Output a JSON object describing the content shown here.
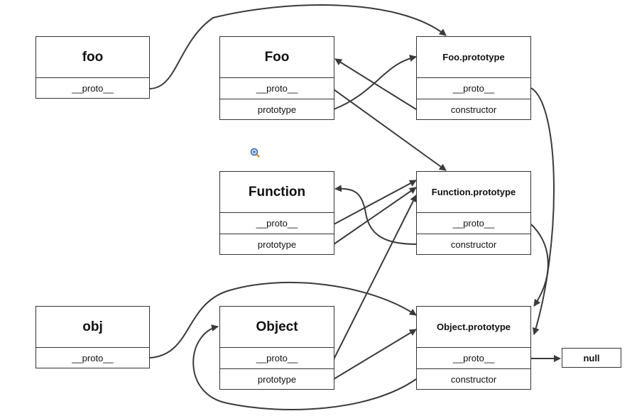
{
  "nodes": {
    "foo": {
      "title": "foo",
      "rows": [
        "__proto__"
      ]
    },
    "Foo": {
      "title": "Foo",
      "rows": [
        "__proto__",
        "prototype"
      ]
    },
    "Foo_prototype": {
      "title": "Foo.prototype",
      "rows": [
        "__proto__",
        "constructor"
      ]
    },
    "Function": {
      "title": "Function",
      "rows": [
        "__proto__",
        "prototype"
      ]
    },
    "Function_prototype": {
      "title": "Function.prototype",
      "rows": [
        "__proto__",
        "constructor"
      ]
    },
    "obj": {
      "title": "obj",
      "rows": [
        "__proto__"
      ]
    },
    "Object": {
      "title": "Object",
      "rows": [
        "__proto__",
        "prototype"
      ]
    },
    "Object_prototype": {
      "title": "Object.prototype",
      "rows": [
        "__proto__",
        "constructor"
      ]
    },
    "null": {
      "title": "null"
    }
  },
  "icons": {
    "zoom": "zoom-in-icon"
  }
}
